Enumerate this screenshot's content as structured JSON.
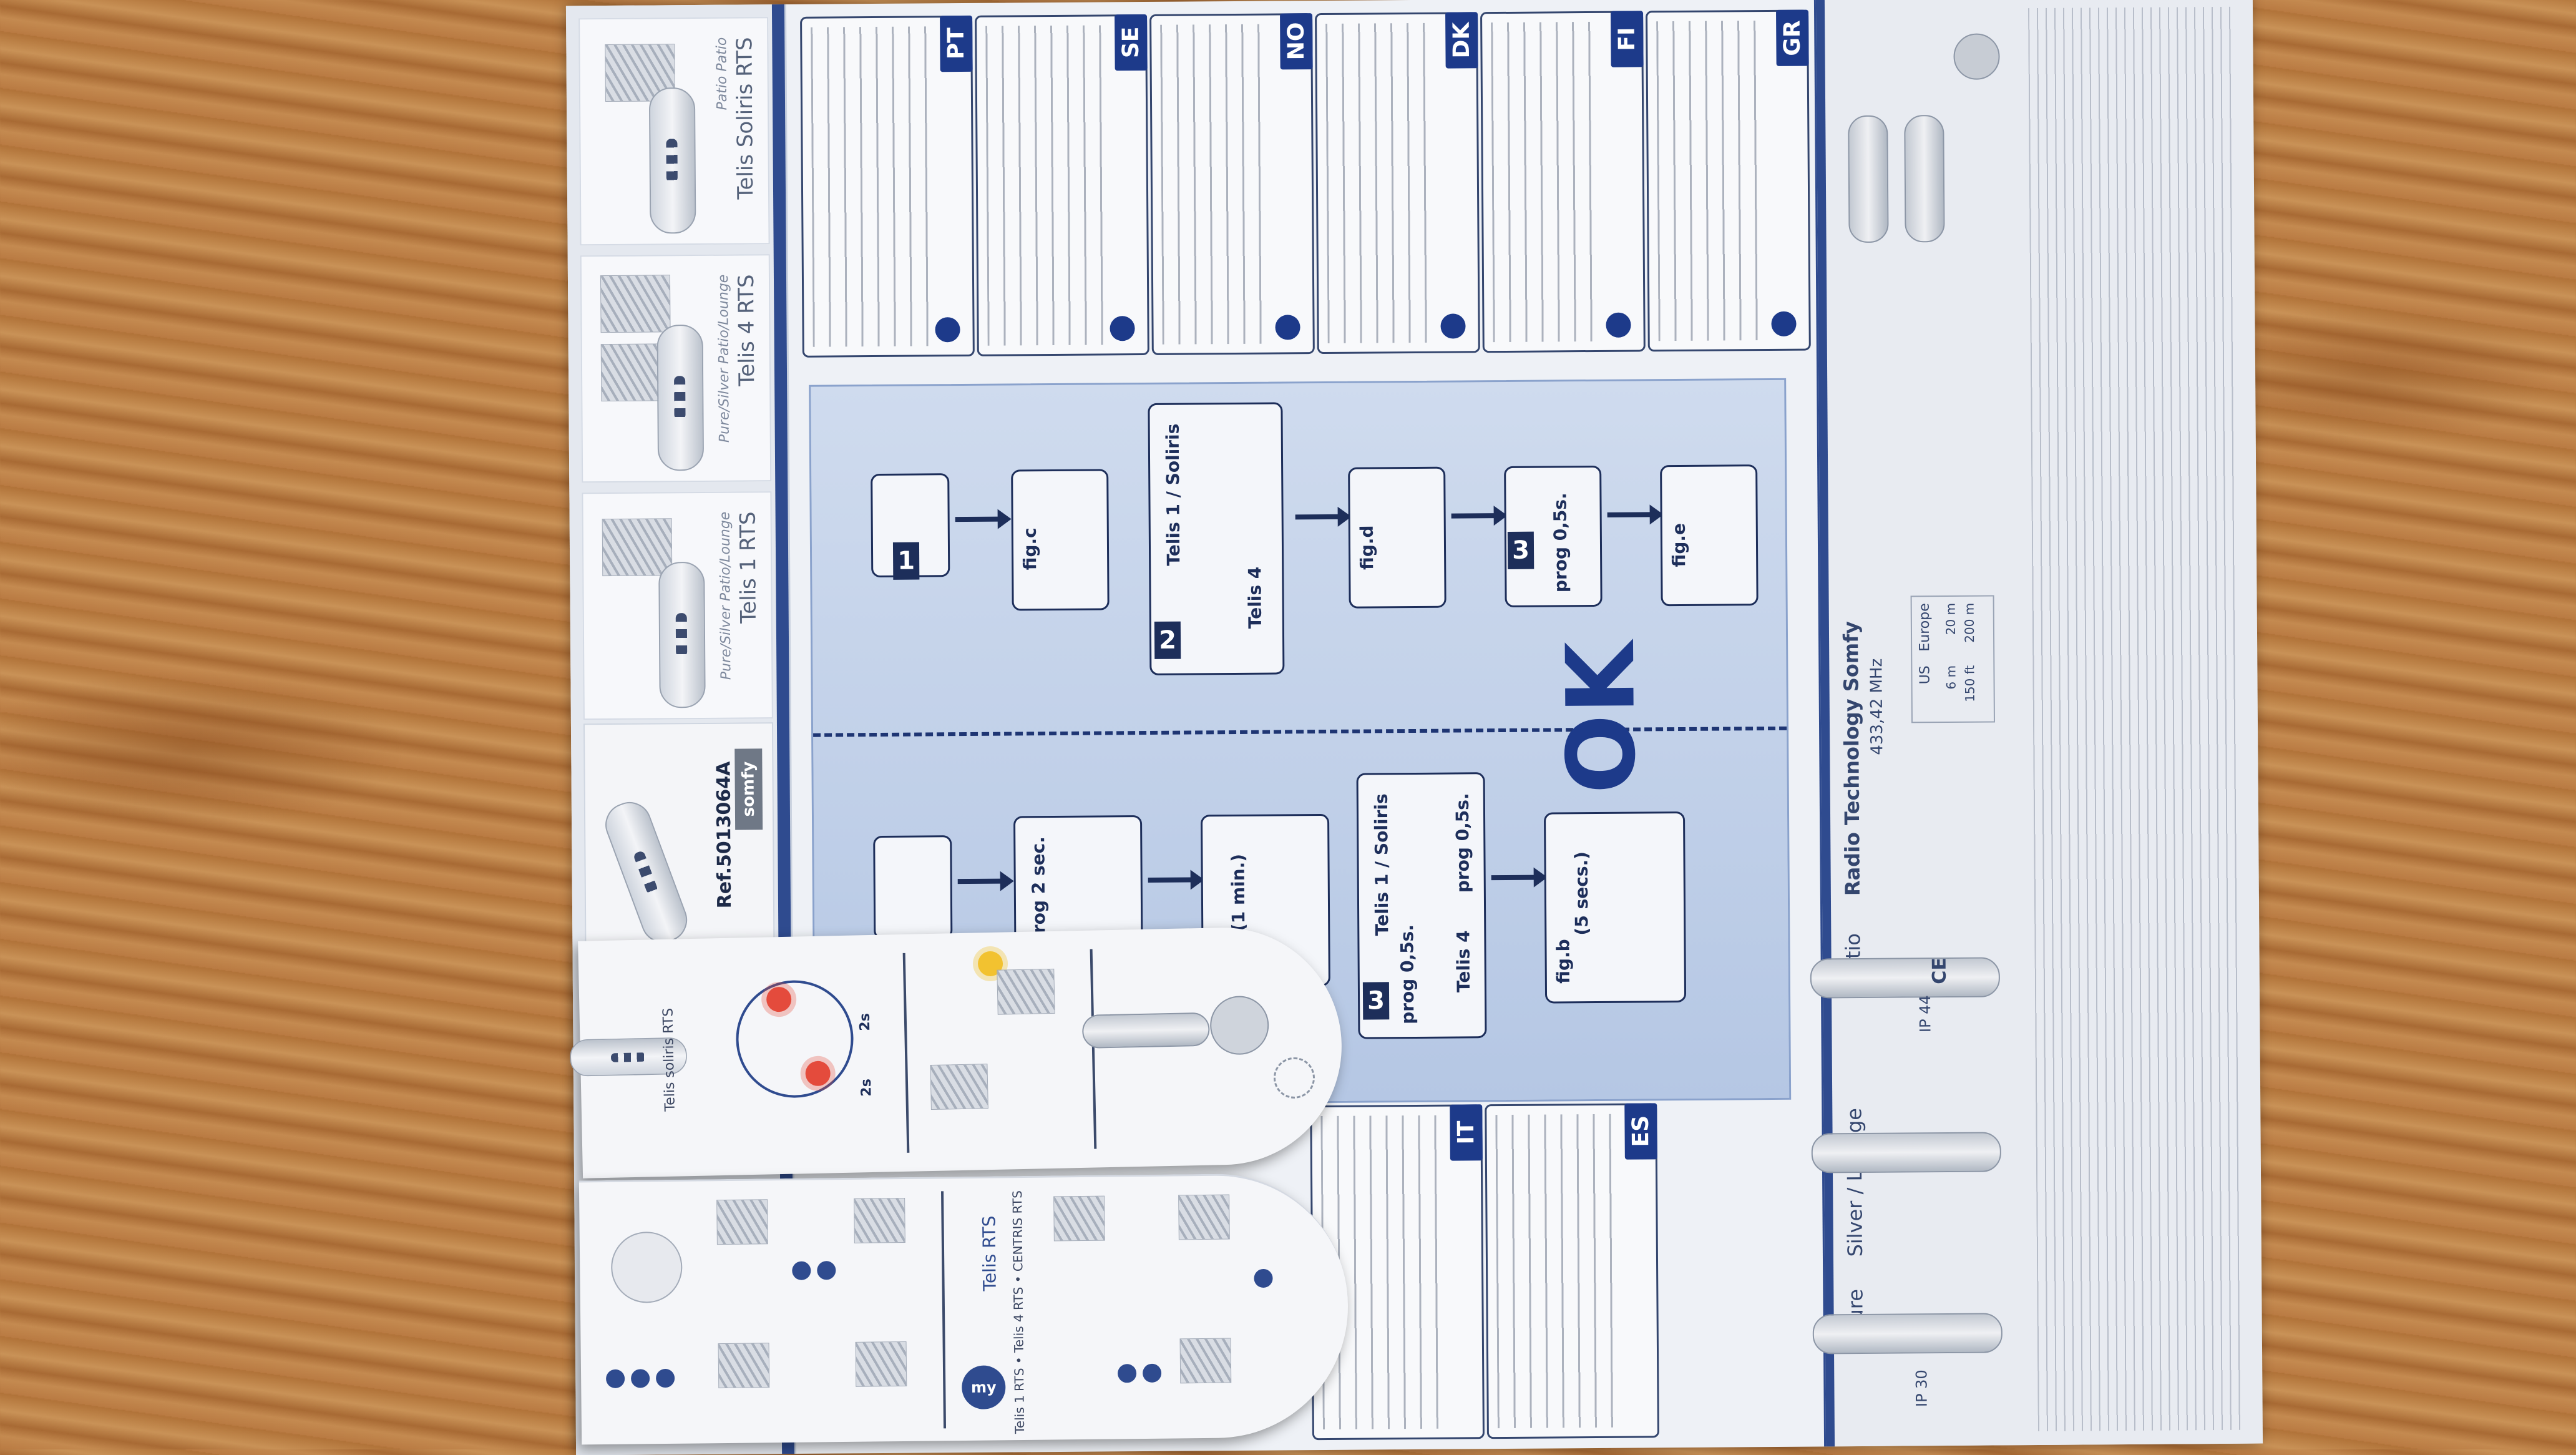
{
  "left_strip": {
    "products": [
      {
        "name": "Telis Soliris RTS",
        "sub": "Patio Patio"
      },
      {
        "name": "Telis 4 RTS",
        "sub": "Pure/Silver Patio/Lounge"
      },
      {
        "name": "Telis 1 RTS",
        "sub": "Pure/Silver Patio/Lounge"
      }
    ],
    "reference": "Ref.5013064A",
    "brand": "somfy"
  },
  "center": {
    "ok_label": "OK",
    "upper_row": [
      "fig.c",
      "Telis 1 / Soliris",
      "Telis 4",
      "fig.d",
      "prog 0,5s.",
      "fig.e"
    ],
    "lower_row": [
      "prog 2 sec.",
      "(1 min.)",
      "Telis 1 / Soliris",
      "Telis 4",
      "prog 0,5s.",
      "prog 0,5s.",
      "(5 secs.)",
      "fig.b"
    ],
    "step_numbers": [
      "1",
      "2",
      "3",
      "3"
    ]
  },
  "languages_top": [
    "PT",
    "SE",
    "NO",
    "DK",
    "FI",
    "GR"
  ],
  "languages_bottom": [
    "IT",
    "ES"
  ],
  "spec_strip": {
    "title": "Radio Technology Somfy",
    "frequency": "433,42 MHz",
    "models": [
      "Pure",
      "Silver / Lounge",
      "Patio"
    ],
    "table": {
      "header": "Europe",
      "rows": [
        "20 m",
        "200 m",
        "US",
        "6 m",
        "150 ft"
      ]
    },
    "ratings": [
      "IP 30",
      "IP 44",
      "CE"
    ]
  },
  "overlay_card_1": {
    "product": "Telis soliris RTS",
    "timers": [
      "2s",
      "2s"
    ]
  },
  "overlay_card_2": {
    "product": "Telis RTS",
    "variants": "Telis 1 RTS • Telis 4 RTS • CENTRIS RTS"
  },
  "colors": {
    "brand_blue": "#1d3a8a",
    "panel_blue": "#b5c7e4",
    "sun": "#f2c230"
  }
}
